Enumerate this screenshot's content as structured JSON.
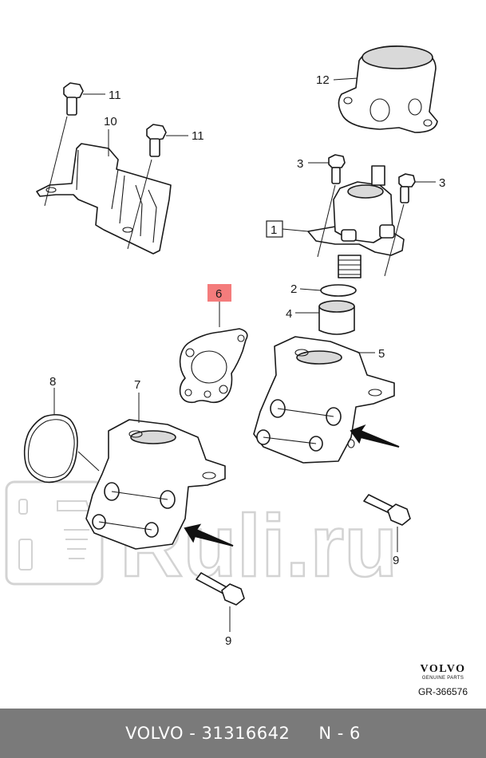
{
  "diagram": {
    "callouts": {
      "c1": "1",
      "c2": "2",
      "c3a": "3",
      "c3b": "3",
      "c4": "4",
      "c5": "5",
      "c6": "6",
      "c7": "7",
      "c8": "8",
      "c9a": "9",
      "c9b": "9",
      "c10": "10",
      "c11a": "11",
      "c11b": "11",
      "c12": "12"
    },
    "highlight_color": "#f47c7c",
    "watermark": "Ruli.ru"
  },
  "brand": {
    "logo": "VOLVO",
    "subtitle": "GENUINE PARTS"
  },
  "figure_ref": "GR-366576",
  "footer": {
    "part": "VOLVO - 31316642",
    "position": "N - 6"
  }
}
